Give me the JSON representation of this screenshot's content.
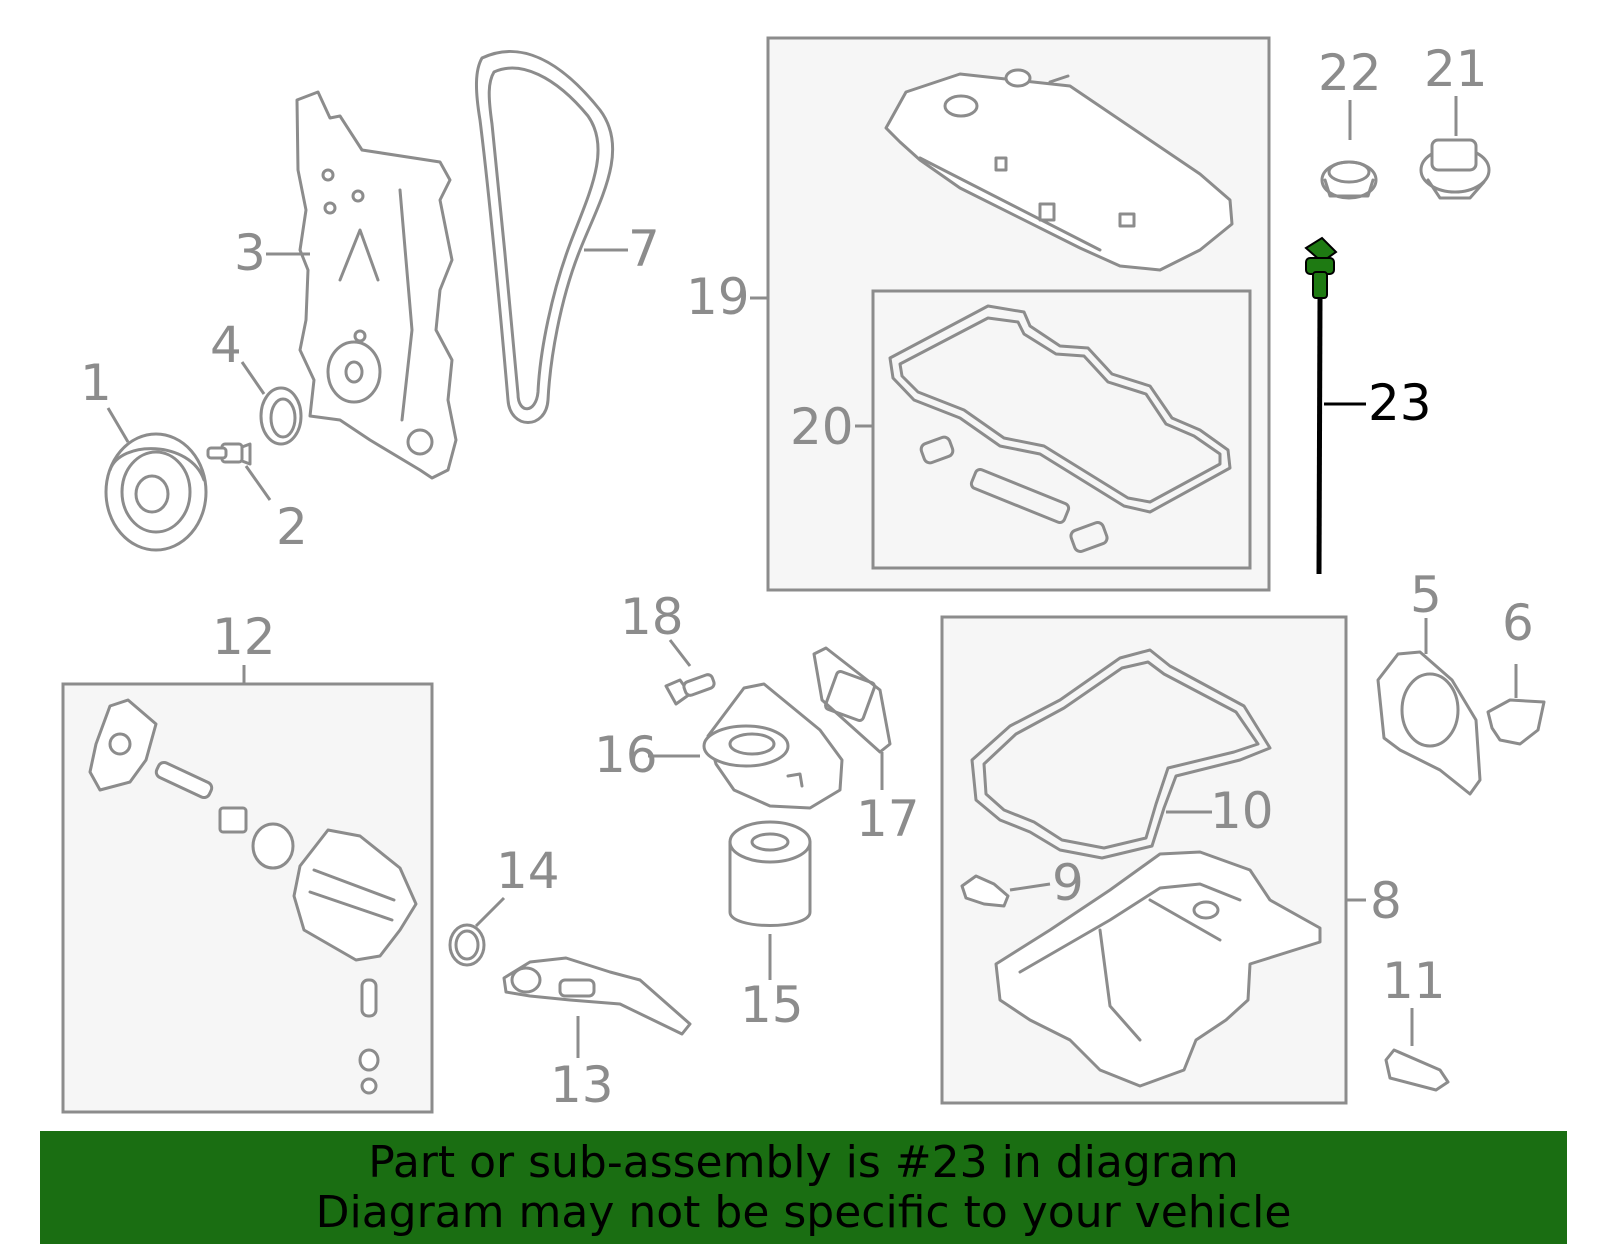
{
  "callouts": {
    "c1": "1",
    "c2": "2",
    "c3": "3",
    "c4": "4",
    "c5": "5",
    "c6": "6",
    "c7": "7",
    "c8": "8",
    "c9": "9",
    "c10": "10",
    "c11": "11",
    "c12": "12",
    "c13": "13",
    "c14": "14",
    "c15": "15",
    "c16": "16",
    "c17": "17",
    "c18": "18",
    "c19": "19",
    "c20": "20",
    "c21": "21",
    "c22": "22",
    "c23": "23"
  },
  "highlighted_part": "23",
  "colors": {
    "line_art": "#8c8c8c",
    "box_fill": "#f6f6f6",
    "highlight_part": "#1e7a12",
    "banner_background": "#1a6e12",
    "banner_text": "#000000"
  },
  "banner": {
    "line1": "Part or sub-assembly is #23 in diagram",
    "line2": "Diagram may not be specific to your vehicle"
  }
}
